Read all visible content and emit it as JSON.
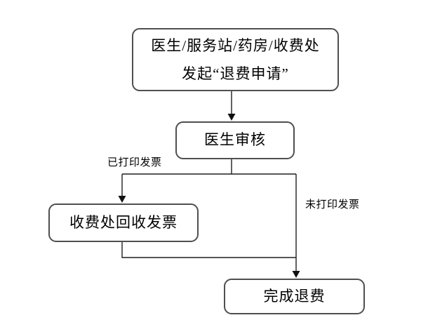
{
  "flowchart": {
    "nodes": {
      "start": {
        "line1": "医生/服务站/药房/收费处",
        "line2": "发起“退费申请”"
      },
      "review": {
        "label": "医生审核"
      },
      "recover": {
        "label": "收费处回收发票"
      },
      "complete": {
        "label": "完成退费"
      }
    },
    "edge_labels": {
      "printed": "已打印发票",
      "not_printed": "未打印发票"
    },
    "colors": {
      "background": "#ffffff",
      "box_border": "#4f4f4f",
      "connector_line": "#1f1f1f",
      "arrowhead": "#111111",
      "text": "#000000"
    }
  }
}
